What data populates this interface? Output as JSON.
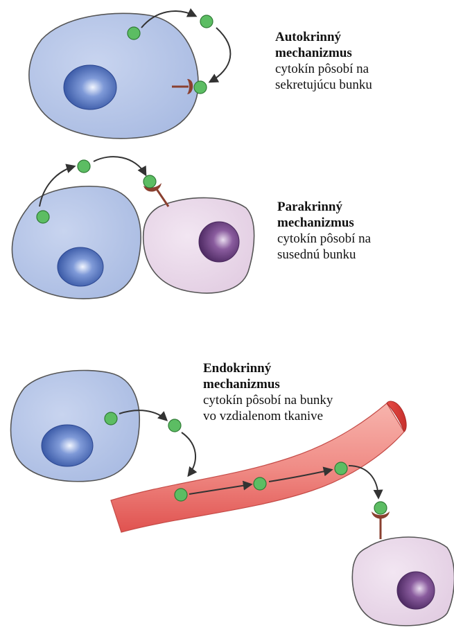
{
  "panels": {
    "autocrine": {
      "title_line1": "Autokrinný",
      "title_line2": "mechanizmus",
      "desc_line1": "cytokín pôsobí na",
      "desc_line2": "sekretujúcu bunku"
    },
    "paracrine": {
      "title_line1": "Parakrinný",
      "title_line2": "mechanizmus",
      "desc_line1": "cytokín pôsobí na",
      "desc_line2": "susednú bunku"
    },
    "endocrine": {
      "title_line1": "Endokrinný",
      "title_line2": "mechanizmus",
      "desc_line1": "cytokín pôsobí na bunky",
      "desc_line2": "vo vzdialenom tkanive"
    }
  },
  "colors": {
    "secreting_cell": "#b3c3e6",
    "secreting_nucleus": "#3f62b2",
    "target_cell": "#ead9ea",
    "target_nucleus": "#6a3d7e",
    "cytokine": "#5cbd63",
    "receptor": "#8a4030",
    "vessel": "#e5605e",
    "outline": "#555555"
  }
}
